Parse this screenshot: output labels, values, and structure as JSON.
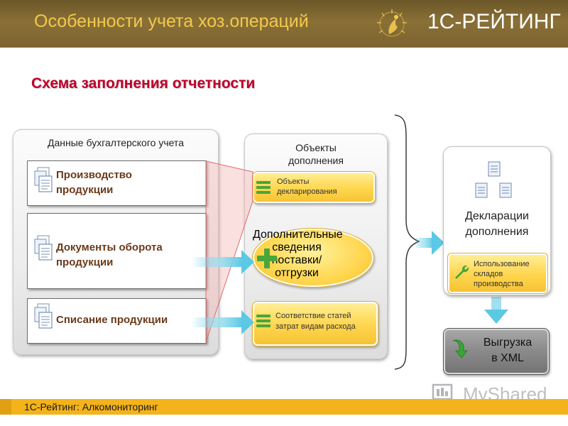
{
  "header": {
    "title": "Особенности учета хоз.операций",
    "logo_text": "1С-РЕЙТИНГ"
  },
  "slide_title": "Схема заполнения отчетности",
  "left_panel": {
    "title": "Данные бухгалтерского учета",
    "items": [
      {
        "label_line1": "Производство",
        "label_line2": "продукции"
      },
      {
        "label_line1": "Документы оборота",
        "label_line2": "продукции"
      },
      {
        "label_line1": "Списание продукции"
      }
    ]
  },
  "middle_panel": {
    "title_line1": "Объекты",
    "title_line2": "дополнения",
    "items": [
      {
        "line1": "Объекты",
        "line2": "декларирования"
      },
      {
        "line1": "Дополнительные",
        "line2": "сведения",
        "line3": "поставки/отгрузки"
      },
      {
        "line1": "Соответствие статей",
        "line2": "затрат видам расхода"
      }
    ]
  },
  "right_panel": {
    "title_line1": "Декларации",
    "title_line2": "дополнения",
    "usage_line1": "Использование",
    "usage_line2": "складов",
    "usage_line3": "производства"
  },
  "export": {
    "line1": "Выгрузка",
    "line2": "в XML"
  },
  "footer": {
    "text": "1С-Рейтинг: Алкомониторинг"
  },
  "watermark": {
    "text": "MyShared"
  },
  "colors": {
    "header_bg": "#7c6431",
    "header_title": "#f2c94c",
    "slide_title": "#c0002a",
    "item_label": "#6b3a1a",
    "yellow": "#ffd54d",
    "arrow": "#5bc8e4",
    "footer": "#f4b31a"
  }
}
